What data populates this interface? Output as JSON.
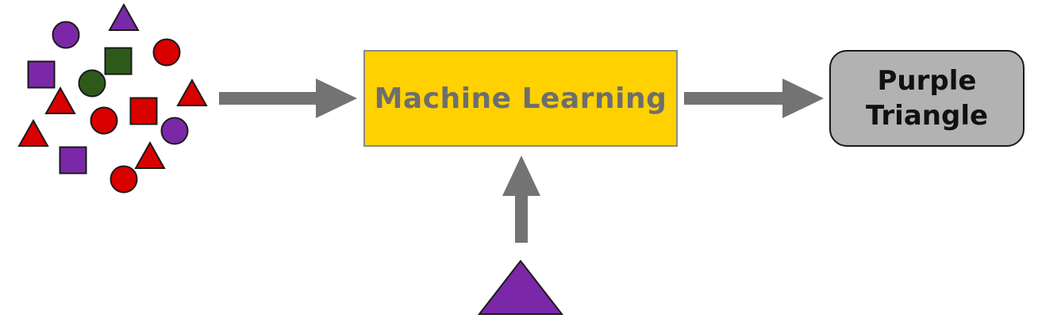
{
  "process": {
    "label": "Machine Learning",
    "fill": "#ffd100",
    "border": "#8a8a8a",
    "text_color": "#6e6e6e"
  },
  "output": {
    "line1": "Purple",
    "line2": "Triangle",
    "fill": "#b2b2b2",
    "border": "#1a1a1a"
  },
  "colors": {
    "purple": "#7b28a8",
    "red": "#d90000",
    "green": "#2d5a1b",
    "arrow": "#737373"
  },
  "input_shapes": [
    {
      "shape": "triangle",
      "color": "purple"
    },
    {
      "shape": "circle",
      "color": "purple"
    },
    {
      "shape": "circle",
      "color": "red"
    },
    {
      "shape": "square",
      "color": "green"
    },
    {
      "shape": "square",
      "color": "purple"
    },
    {
      "shape": "circle",
      "color": "green"
    },
    {
      "shape": "triangle",
      "color": "red"
    },
    {
      "shape": "triangle",
      "color": "red"
    },
    {
      "shape": "square",
      "color": "red"
    },
    {
      "shape": "circle",
      "color": "red"
    },
    {
      "shape": "circle",
      "color": "purple"
    },
    {
      "shape": "triangle",
      "color": "red"
    },
    {
      "shape": "triangle",
      "color": "red"
    },
    {
      "shape": "square",
      "color": "purple"
    },
    {
      "shape": "circle",
      "color": "red"
    }
  ],
  "query_shape": {
    "shape": "triangle",
    "color": "purple"
  }
}
